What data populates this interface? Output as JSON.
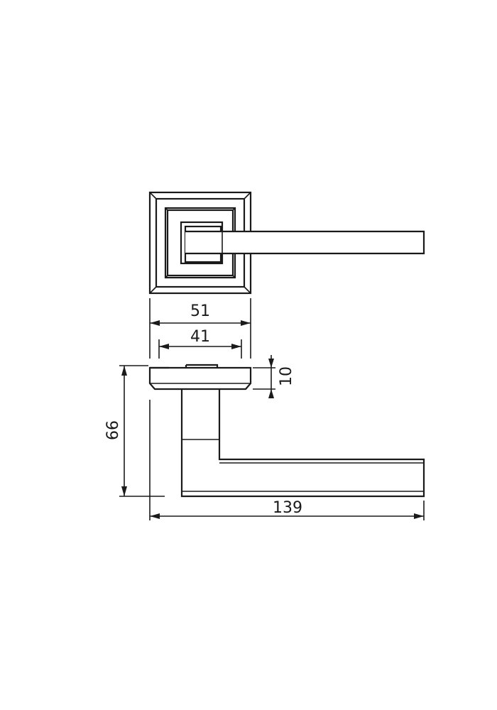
{
  "drawing": {
    "line_color": "#1a1a1a",
    "background": "#ffffff",
    "views": [
      "top-view",
      "side-view"
    ]
  },
  "dimensions": {
    "rose_width": "51",
    "rose_inner_width": "41",
    "rose_thickness": "10",
    "projection": "66",
    "lever_length": "139"
  }
}
